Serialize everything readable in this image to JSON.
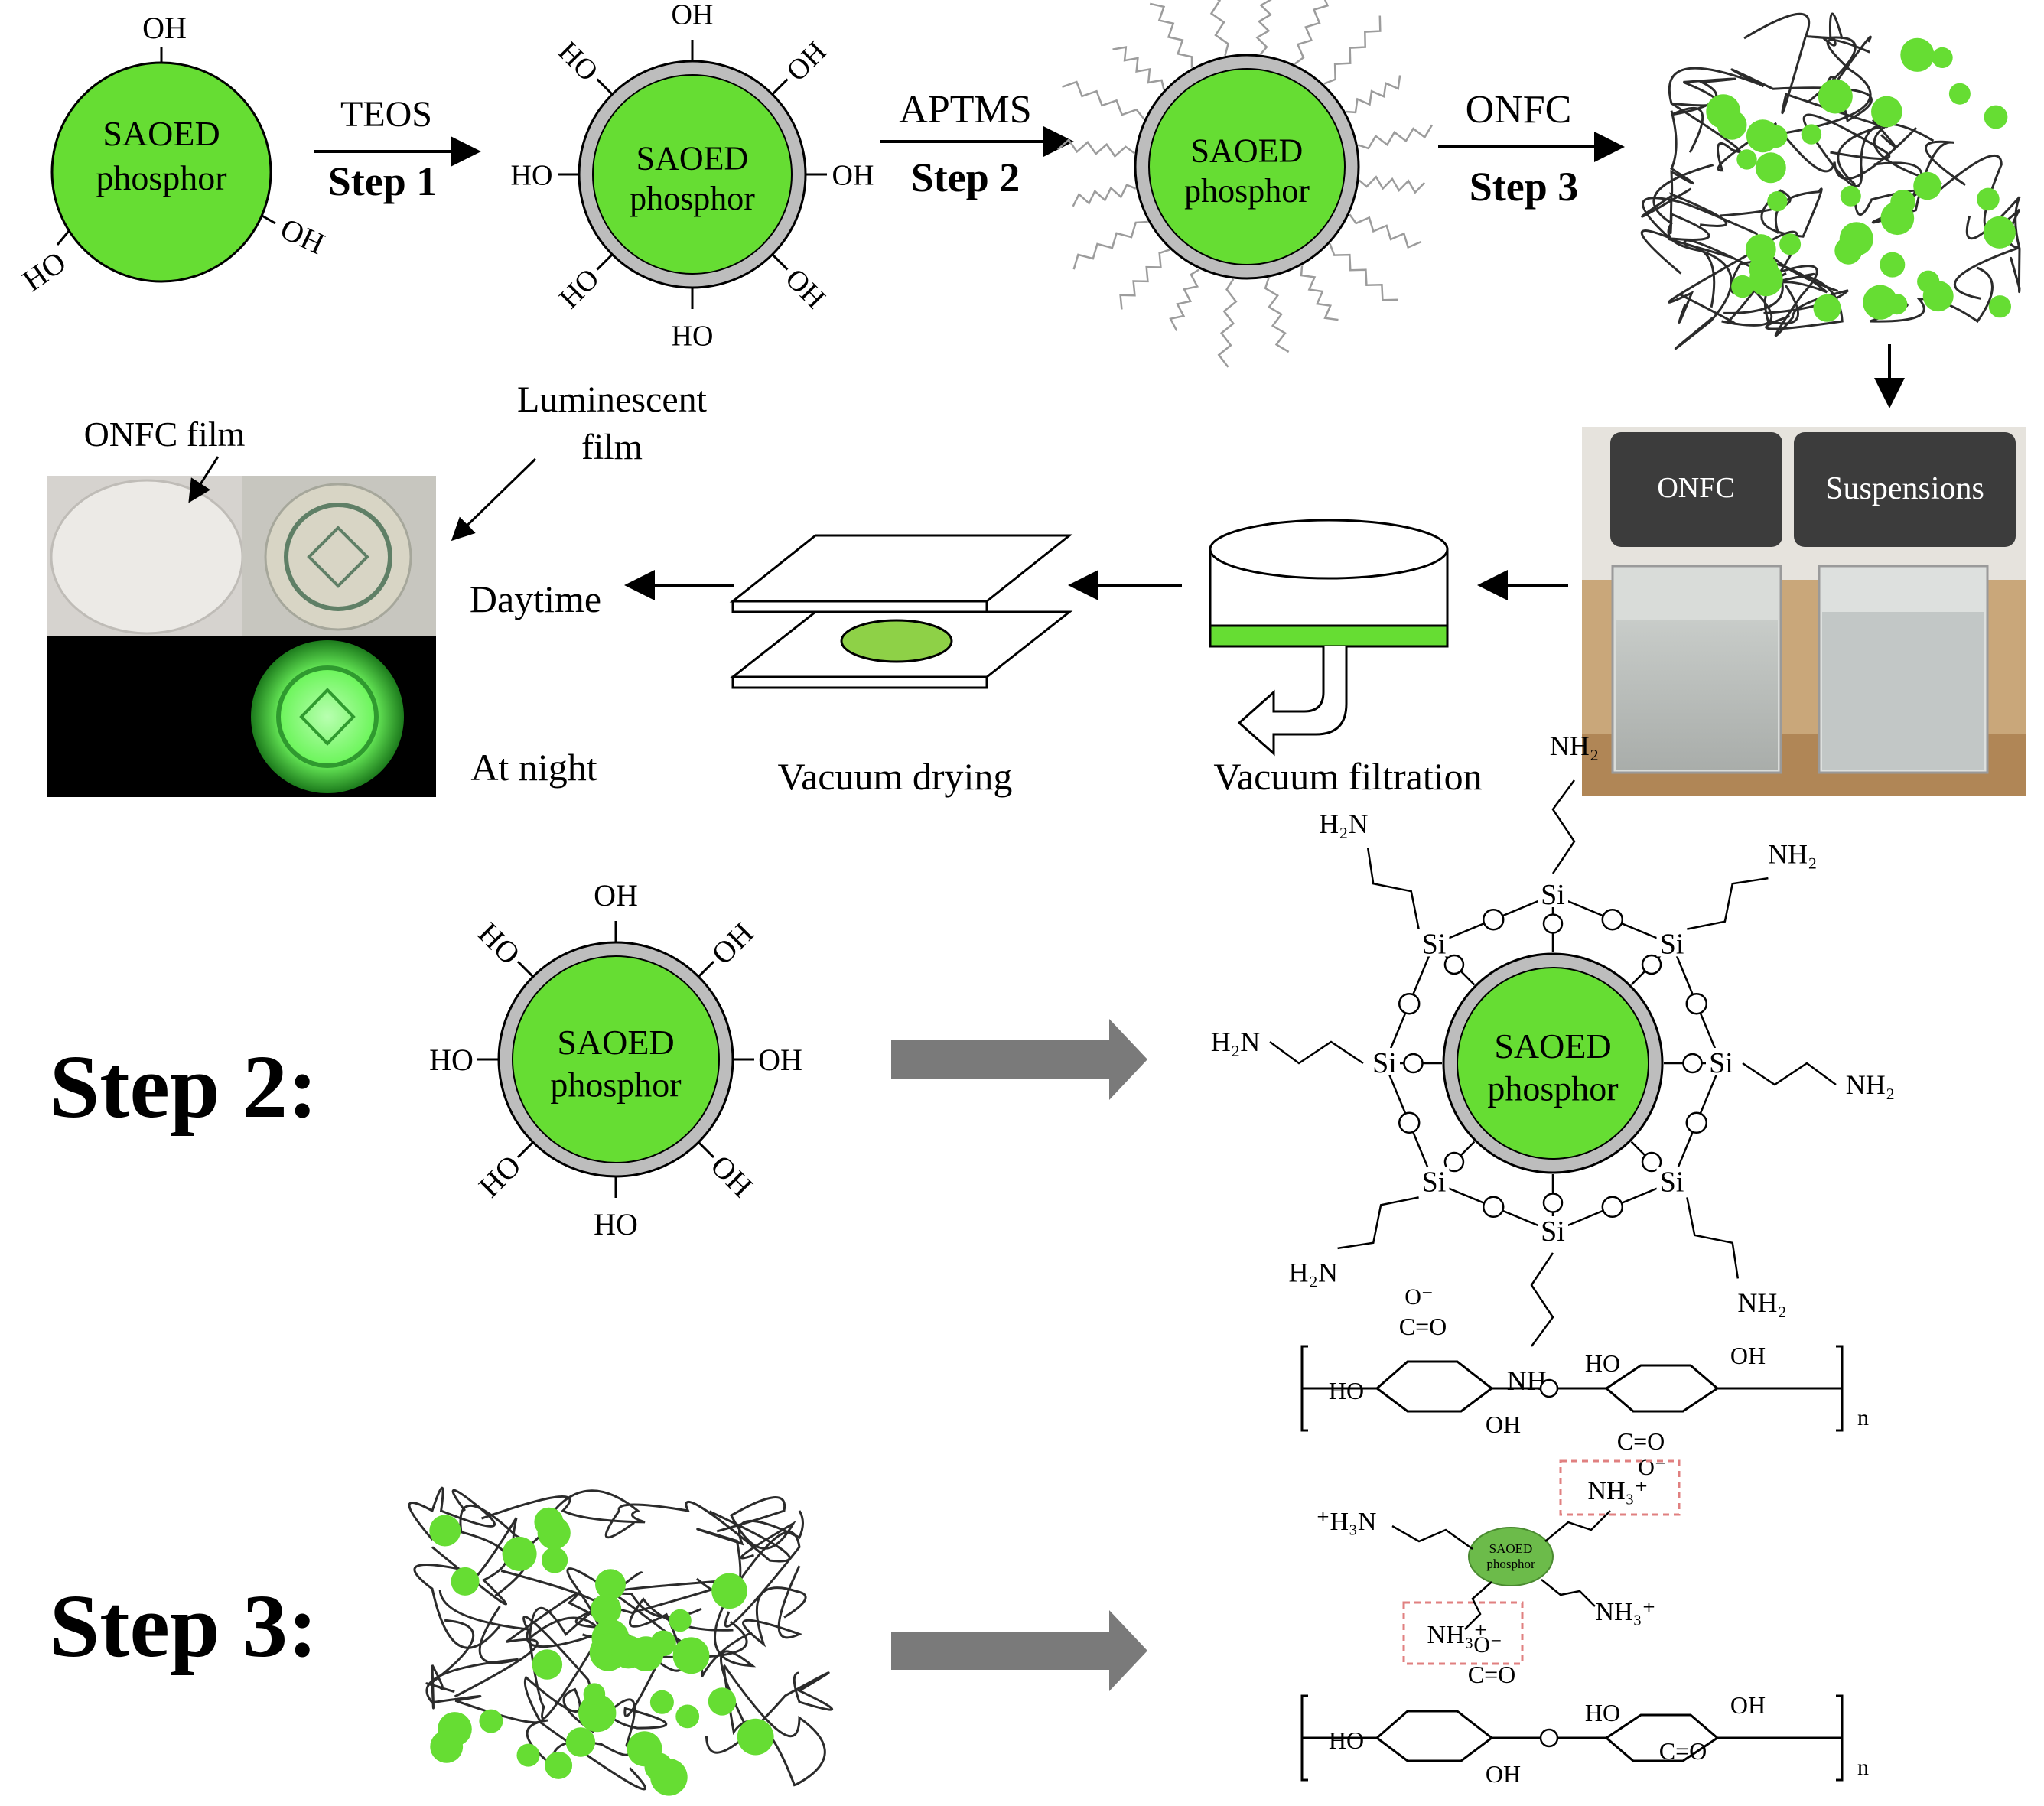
{
  "phosphor": {
    "line1": "SAOED",
    "line2": "phosphor"
  },
  "groups": {
    "oh": "OH",
    "ho": "HO",
    "nh2": "NH₂",
    "h2n": "H₂N",
    "si": "Si",
    "o": "O"
  },
  "reactions": [
    {
      "reagent": "TEOS",
      "step": "Step 1"
    },
    {
      "reagent": "APTMS",
      "step": "Step 2"
    },
    {
      "reagent": "ONFC",
      "step": "Step 3"
    }
  ],
  "process": {
    "onfc_film": "ONFC film",
    "luminescent_line1": "Luminescent",
    "luminescent_line2": "film",
    "daytime": "Daytime",
    "at_night": "At night",
    "vacuum_drying": "Vacuum drying",
    "vacuum_filtration": "Vacuum filtration",
    "vial_onfc": "ONFC",
    "vial_suspensions": "Suspensions"
  },
  "detail": {
    "step2_title": "Step 2:",
    "step3_title": "Step 3:",
    "polymer_n": "n",
    "nh3_plus": "NH₃⁺",
    "h3n_plus": "⁺H₃N",
    "carboxylate_top": "O⁻",
    "c_eq_o": "C=O",
    "o_minus": "O⁻"
  },
  "colors": {
    "phosphor_green": "#66dd33",
    "shell_gray": "#bdbdbd",
    "night_green": "#7cff6a",
    "arrow_gray": "#7a7a7a",
    "dashed_red": "#e08080",
    "vial_label_bg": "#3c3c3c",
    "photo_bg": "#c9a77a"
  }
}
